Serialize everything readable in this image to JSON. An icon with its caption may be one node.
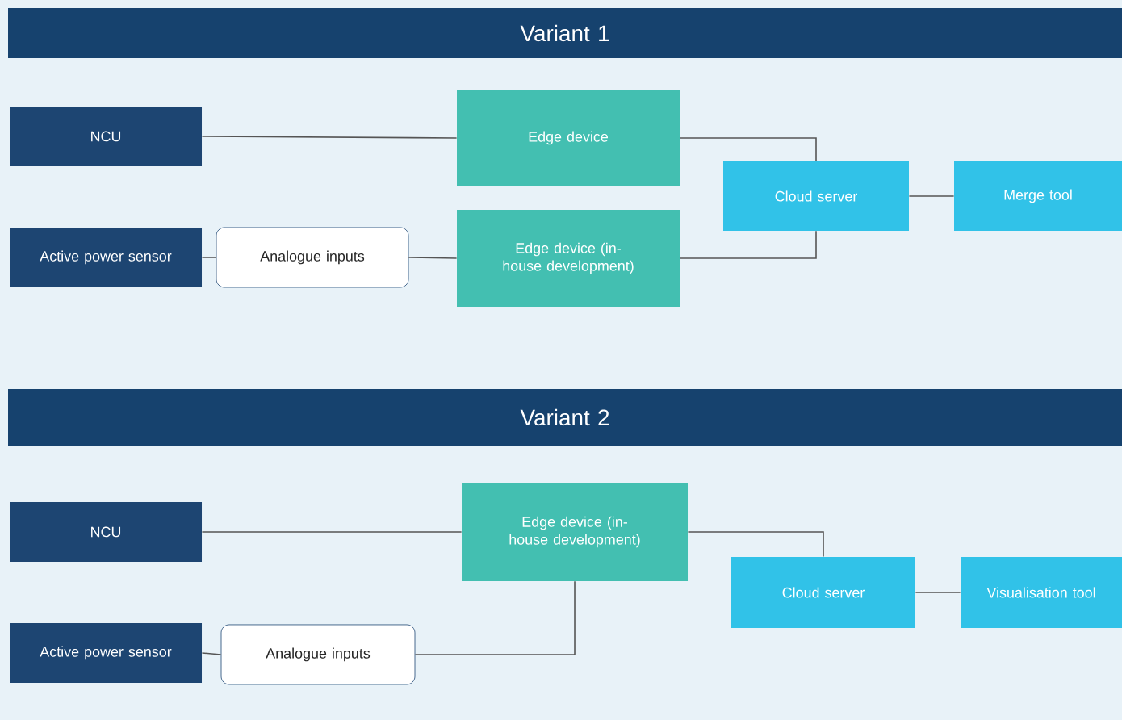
{
  "diagram": {
    "nodes": [
      {
        "text": [
          "Variant 1"
        ]
      },
      {
        "text": [
          "NCU"
        ]
      },
      {
        "text": [
          "Edge device"
        ]
      },
      {
        "text": [
          "Cloud server"
        ]
      },
      {
        "text": [
          "Merge tool"
        ]
      },
      {
        "text": [
          "Active power sensor"
        ]
      },
      {
        "text": [
          "Analogue inputs"
        ]
      },
      {
        "text": [
          "Edge device (in-house development)"
        ]
      },
      {
        "text": [
          "Variant 2"
        ]
      },
      {
        "text": [
          "NCU"
        ]
      },
      {
        "text": [
          "Edge device (in-house development)"
        ]
      },
      {
        "text": [
          "Cloud server"
        ]
      },
      {
        "text": [
          "Visualisation tool"
        ]
      },
      {
        "text": [
          "Active power sensor"
        ]
      },
      {
        "text": [
          "Analogue inputs"
        ]
      }
    ],
    "edges": [
      {
        "from": 1,
        "to": 2,
        "arrow": "none"
      },
      {
        "from": 2,
        "to": 3,
        "arrow": "none"
      },
      {
        "from": 7,
        "to": 3,
        "arrow": "none"
      },
      {
        "from": 3,
        "to": 4,
        "arrow": "none"
      },
      {
        "from": 5,
        "to": 6,
        "arrow": "none"
      },
      {
        "from": 6,
        "to": 7,
        "arrow": "none"
      },
      {
        "from": 9,
        "to": 10,
        "arrow": "none"
      },
      {
        "from": 10,
        "to": 11,
        "arrow": "none"
      },
      {
        "from": 11,
        "to": 12,
        "arrow": "none"
      },
      {
        "from": 13,
        "to": 14,
        "arrow": "none"
      },
      {
        "from": 14,
        "to": 10,
        "arrow": "none"
      }
    ]
  }
}
